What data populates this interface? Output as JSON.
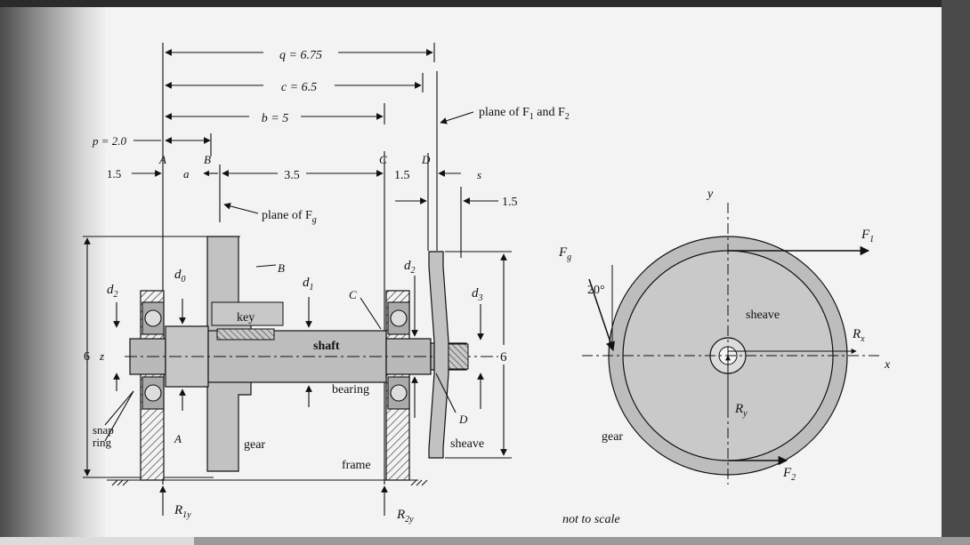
{
  "dimensions": {
    "q": "q = 6.75",
    "c": "c = 6.5",
    "b": "b = 5",
    "p": "p = 2.0",
    "left_offset": "1.5",
    "a": "a",
    "gear_to_bearing": "3.5",
    "bearing_to_sheave": "1.5",
    "s": "s",
    "sheave_offset": "1.5",
    "height_left": "6",
    "height_right": "6",
    "z": "z"
  },
  "points": {
    "A": "A",
    "B": "B",
    "C": "C",
    "D": "D",
    "B2": "B",
    "C2": "C",
    "A2": "A",
    "D2": "D"
  },
  "diameters": {
    "d2_left": "d",
    "d2_left_sub": "2",
    "d0": "d",
    "d0_sub": "0",
    "d1": "d",
    "d1_sub": "1",
    "d2_right": "d",
    "d2_right_sub": "2",
    "d3": "d",
    "d3_sub": "3"
  },
  "labels": {
    "plane_f1_f2": "plane of F",
    "plane_f1_f2_sub1": "1",
    "plane_f1_f2_and": " and F",
    "plane_f1_f2_sub2": "2",
    "plane_fg": "plane of F",
    "plane_fg_sub": "g",
    "key": "key",
    "shaft": "shaft",
    "bearing": "bearing",
    "gear": "gear",
    "frame": "frame",
    "sheave": "sheave",
    "snap": "snap",
    "ring": "ring"
  },
  "reactions": {
    "r1y": "R",
    "r1y_sub": "1y",
    "r2y": "R",
    "r2y_sub": "2y"
  },
  "end_view": {
    "fg": "F",
    "fg_sub": "g",
    "angle": "20°",
    "y": "y",
    "x": "x",
    "f1": "F",
    "f1_sub": "1",
    "f2": "F",
    "f2_sub": "2",
    "rx": "R",
    "rx_sub": "x",
    "ry": "R",
    "ry_sub": "y",
    "sheave": "sheave",
    "gear": "gear",
    "note": "not to scale"
  },
  "colors": {
    "part_fill": "#bdbdbd",
    "part_dark": "#9a9a9a",
    "line": "#111111",
    "page": "#f3f3f3"
  }
}
